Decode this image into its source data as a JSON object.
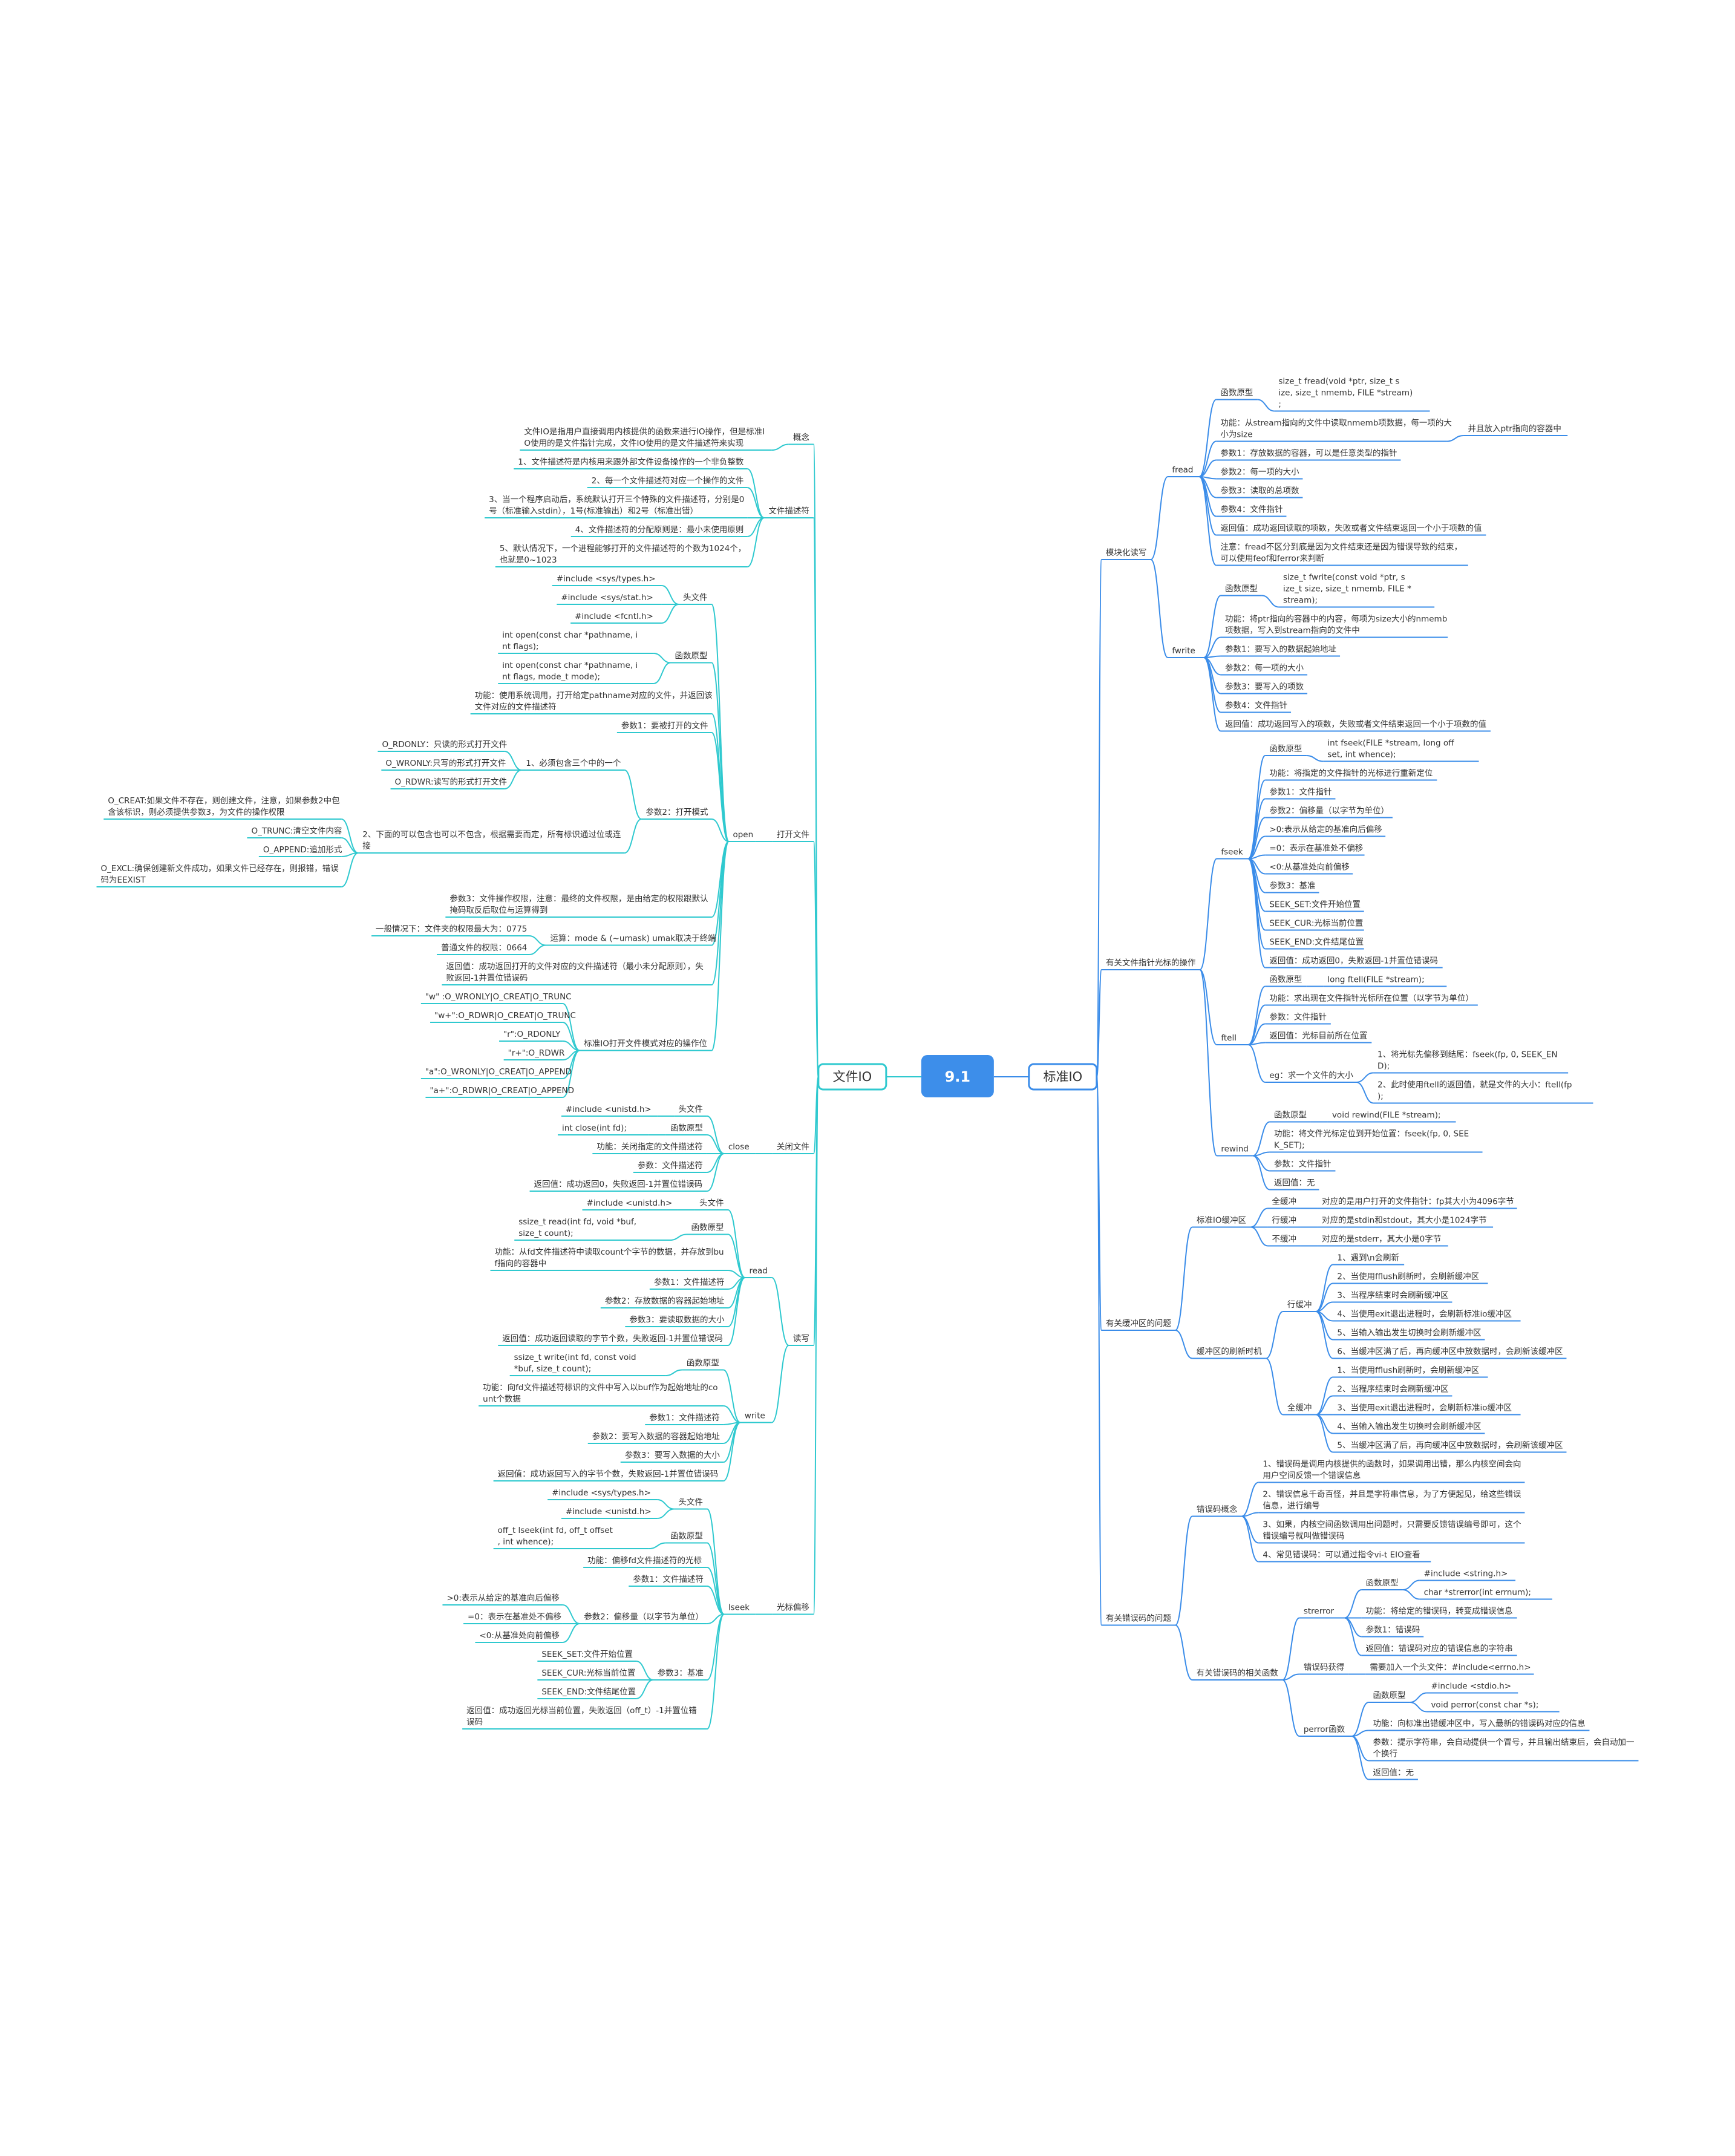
{
  "root": "9.1",
  "colors": {
    "left": "#2fc9cf",
    "right": "#3a8ce9",
    "root_fill": "#3d8eea"
  },
  "left": {
    "label": "文件IO",
    "children": [
      {
        "label": "概念",
        "children": [
          {
            "label": "文件IO是指用户直接调用内核提供的函数来进行IO操作，但是标准IO使用的是文件指针完成，文件IO使用的是文件描述符来实现"
          }
        ]
      },
      {
        "label": "文件描述符",
        "children": [
          {
            "label": "1、文件描述符是内核用来跟外部文件设备操作的一个非负整数"
          },
          {
            "label": "2、每一个文件描述符对应一个操作的文件"
          },
          {
            "label": "3、当一个程序启动后，系统默认打开三个特殊的文件描述符，分别是0号（标准输入stdin），1号(标准输出）和2号（标准出错）"
          },
          {
            "label": "4、文件描述符的分配原则是：最小未使用原则"
          },
          {
            "label": "5、默认情况下，一个进程能够打开的文件描述符的个数为1024个，也就是0~1023"
          }
        ]
      },
      {
        "label": "打开文件",
        "children": [
          {
            "label": "open",
            "children": [
              {
                "label": "头文件",
                "children": [
                  {
                    "label": "#include <sys/types.h>"
                  },
                  {
                    "label": "#include <sys/stat.h>"
                  },
                  {
                    "label": "#include <fcntl.h>"
                  }
                ]
              },
              {
                "label": "函数原型",
                "children": [
                  {
                    "label": "int open(const char *pathname, int flags);"
                  },
                  {
                    "label": "int open(const char *pathname, int flags, mode_t mode);"
                  }
                ]
              },
              {
                "label": "功能：使用系统调用，打开给定pathname对应的文件，并返回该文件对应的文件描述符"
              },
              {
                "label": "参数1：要被打开的文件"
              },
              {
                "label": "参数2：打开模式",
                "children": [
                  {
                    "label": "1、必须包含三个中的一个",
                    "children": [
                      {
                        "label": "O_RDONLY：只读的形式打开文件"
                      },
                      {
                        "label": "O_WRONLY:只写的形式打开文件"
                      },
                      {
                        "label": "O_RDWR:读写的形式打开文件"
                      }
                    ]
                  },
                  {
                    "label": "2、下面的可以包含也可以不包含，根据需要而定，所有标识通过位或连接",
                    "children": [
                      {
                        "label": "O_CREAT:如果文件不存在，则创建文件，注意，如果参数2中包含该标识，则必须提供参数3，为文件的操作权限"
                      },
                      {
                        "label": "O_TRUNC:清空文件内容"
                      },
                      {
                        "label": "O_APPEND:追加形式"
                      },
                      {
                        "label": "O_EXCL:确保创建新文件成功，如果文件已经存在，则报错，错误码为EEXIST"
                      }
                    ]
                  }
                ]
              },
              {
                "label": "参数3：文件操作权限，注意：最终的文件权限，是由给定的权限跟默认掩码取反后取位与运算得到"
              },
              {
                "label": "运算：mode & (~umask) umak取决于终端",
                "children": [
                  {
                    "label": "一般情况下：文件夹的权限最大为：0775"
                  },
                  {
                    "label": "普通文件的权限：0664"
                  }
                ]
              },
              {
                "label": "返回值：成功返回打开的文件对应的文件描述符（最小未分配原则），失败返回-1并置位错误码"
              },
              {
                "label": "标准IO打开文件模式对应的操作位",
                "children": [
                  {
                    "label": "\"w\" :O_WRONLY|O_CREAT|O_TRUNC"
                  },
                  {
                    "label": "\"w+\":O_RDWR|O_CREAT|O_TRUNC"
                  },
                  {
                    "label": "\"r\":O_RDONLY"
                  },
                  {
                    "label": "\"r+\":O_RDWR"
                  },
                  {
                    "label": "\"a\":O_WRONLY|O_CREAT|O_APPEND"
                  },
                  {
                    "label": "\"a+\":O_RDWR|O_CREAT|O_APPEND"
                  }
                ]
              }
            ]
          }
        ]
      },
      {
        "label": "关闭文件",
        "children": [
          {
            "label": "close",
            "children": [
              {
                "label": "头文件",
                "children": [
                  {
                    "label": "#include <unistd.h>"
                  }
                ]
              },
              {
                "label": "函数原型",
                "children": [
                  {
                    "label": "int close(int fd);"
                  }
                ]
              },
              {
                "label": "功能：关闭指定的文件描述符"
              },
              {
                "label": "参数：文件描述符"
              },
              {
                "label": "返回值：成功返回0，失败返回-1并置位错误码"
              }
            ]
          }
        ]
      },
      {
        "label": "读写",
        "children": [
          {
            "label": "read",
            "children": [
              {
                "label": "头文件",
                "children": [
                  {
                    "label": "#include <unistd.h>"
                  }
                ]
              },
              {
                "label": "函数原型",
                "children": [
                  {
                    "label": "ssize_t read(int fd, void *buf, size_t count);"
                  }
                ]
              },
              {
                "label": "功能：从fd文件描述符中读取count个字节的数据，并存放到buf指向的容器中"
              },
              {
                "label": "参数1：文件描述符"
              },
              {
                "label": "参数2：存放数据的容器起始地址"
              },
              {
                "label": "参数3：要读取数据的大小"
              },
              {
                "label": "返回值：成功返回读取的字节个数，失败返回-1并置位错误码"
              }
            ]
          },
          {
            "label": "write",
            "children": [
              {
                "label": "函数原型",
                "children": [
                  {
                    "label": "ssize_t write(int fd, const void *buf, size_t count);"
                  }
                ]
              },
              {
                "label": "功能：向fd文件描述符标识的文件中写入以buf作为起始地址的count个数据"
              },
              {
                "label": "参数1：文件描述符"
              },
              {
                "label": "参数2：要写入数据的容器起始地址"
              },
              {
                "label": "参数3：要写入数据的大小"
              },
              {
                "label": "返回值：成功返回写入的字节个数，失败返回-1并置位错误码"
              }
            ]
          }
        ]
      },
      {
        "label": "光标偏移",
        "children": [
          {
            "label": "lseek",
            "children": [
              {
                "label": "头文件",
                "children": [
                  {
                    "label": "#include <sys/types.h>"
                  },
                  {
                    "label": "#include <unistd.h>"
                  }
                ]
              },
              {
                "label": "函数原型",
                "children": [
                  {
                    "label": "off_t lseek(int fd, off_t offset, int whence);"
                  }
                ]
              },
              {
                "label": "功能：偏移fd文件描述符的光标"
              },
              {
                "label": "参数1：文件描述符"
              },
              {
                "label": "参数2：偏移量（以字节为单位）",
                "children": [
                  {
                    "label": ">0:表示从给定的基准向后偏移"
                  },
                  {
                    "label": "=0：表示在基准处不偏移"
                  },
                  {
                    "label": "<0:从基准处向前偏移"
                  }
                ]
              },
              {
                "label": "参数3：基准",
                "children": [
                  {
                    "label": "SEEK_SET:文件开始位置"
                  },
                  {
                    "label": "SEEK_CUR:光标当前位置"
                  },
                  {
                    "label": "SEEK_END:文件结尾位置"
                  }
                ]
              },
              {
                "label": "返回值：成功返回光标当前位置，失败返回（off_t）-1并置位错误码"
              }
            ]
          }
        ]
      }
    ]
  },
  "right": {
    "label": "标准IO",
    "children": [
      {
        "label": "模块化读写",
        "children": [
          {
            "label": "fread",
            "children": [
              {
                "label": "函数原型",
                "children": [
                  {
                    "label": "size_t fread(void *ptr, size_t size, size_t nmemb, FILE *stream);"
                  }
                ]
              },
              {
                "label": "功能：从stream指向的文件中读取nmemb项数据，每一项的大小为size",
                "children": [
                  {
                    "label": "并且放入ptr指向的容器中"
                  }
                ]
              },
              {
                "label": "参数1：存放数据的容器，可以是任意类型的指针"
              },
              {
                "label": "参数2：每一项的大小"
              },
              {
                "label": "参数3：读取的总项数"
              },
              {
                "label": "参数4：文件指针"
              },
              {
                "label": "返回值：成功返回读取的项数，失败或者文件结束返回一个小于项数的值"
              },
              {
                "label": "注意：fread不区分到底是因为文件结束还是因为错误导致的结束，可以使用feof和ferror来判断"
              }
            ]
          },
          {
            "label": "fwrite",
            "children": [
              {
                "label": "函数原型",
                "children": [
                  {
                    "label": "size_t fwrite(const void *ptr, size_t size, size_t nmemb, FILE *stream);"
                  }
                ]
              },
              {
                "label": "功能：将ptr指向的容器中的内容，每项为size大小的nmemb项数据，写入到stream指向的文件中"
              },
              {
                "label": "参数1：要写入的数据起始地址"
              },
              {
                "label": "参数2：每一项的大小"
              },
              {
                "label": "参数3：要写入的项数"
              },
              {
                "label": "参数4：文件指针"
              },
              {
                "label": "返回值：成功返回写入的项数，失败或者文件结束返回一个小于项数的值"
              }
            ]
          }
        ]
      },
      {
        "label": "有关文件指针光标的操作",
        "children": [
          {
            "label": "fseek",
            "children": [
              {
                "label": "函数原型",
                "children": [
                  {
                    "label": "int fseek(FILE *stream, long offset, int whence);"
                  }
                ]
              },
              {
                "label": "功能：将指定的文件指针的光标进行重新定位"
              },
              {
                "label": "参数1：文件指针"
              },
              {
                "label": "参数2：偏移量（以字节为单位）"
              },
              {
                "label": ">0:表示从给定的基准向后偏移"
              },
              {
                "label": "=0：表示在基准处不偏移"
              },
              {
                "label": "<0:从基准处向前偏移"
              },
              {
                "label": "参数3：基准"
              },
              {
                "label": "SEEK_SET:文件开始位置"
              },
              {
                "label": "SEEK_CUR:光标当前位置"
              },
              {
                "label": "SEEK_END:文件结尾位置"
              },
              {
                "label": "返回值：成功返回0，失败返回-1并置位错误码"
              }
            ]
          },
          {
            "label": "ftell",
            "children": [
              {
                "label": "函数原型",
                "children": [
                  {
                    "label": "long ftell(FILE *stream);"
                  }
                ]
              },
              {
                "label": "功能：求出现在文件指针光标所在位置（以字节为单位）"
              },
              {
                "label": "参数：文件指针"
              },
              {
                "label": "返回值：光标目前所在位置"
              },
              {
                "label": "eg：求一个文件的大小",
                "children": [
                  {
                    "label": "1、将光标先偏移到结尾：fseek(fp, 0, SEEK_END);"
                  },
                  {
                    "label": "2、此时使用ftell的返回值，就是文件的大小：ftell(fp);"
                  }
                ]
              }
            ]
          },
          {
            "label": "rewind",
            "children": [
              {
                "label": "函数原型",
                "children": [
                  {
                    "label": "void rewind(FILE *stream);"
                  }
                ]
              },
              {
                "label": "功能：将文件光标定位到开始位置：fseek(fp, 0, SEEK_SET);"
              },
              {
                "label": "参数：文件指针"
              },
              {
                "label": "返回值：无"
              }
            ]
          }
        ]
      },
      {
        "label": "有关缓冲区的问题",
        "children": [
          {
            "label": "标准IO缓冲区",
            "children": [
              {
                "label": "全缓冲",
                "children": [
                  {
                    "label": "对应的是用户打开的文件指针：fp其大小为4096字节"
                  }
                ]
              },
              {
                "label": "行缓冲",
                "children": [
                  {
                    "label": "对应的是stdin和stdout，其大小是1024字节"
                  }
                ]
              },
              {
                "label": "不缓冲",
                "children": [
                  {
                    "label": "对应的是stderr，其大小是0字节"
                  }
                ]
              }
            ]
          },
          {
            "label": "缓冲区的刷新时机",
            "children": [
              {
                "label": "行缓冲",
                "children": [
                  {
                    "label": "1、遇到\\n会刷新"
                  },
                  {
                    "label": "2、当使用fflush刷新时，会刷新缓冲区"
                  },
                  {
                    "label": "3、当程序结束时会刷新缓冲区"
                  },
                  {
                    "label": "4、当使用exit退出进程时，会刷新标准io缓冲区"
                  },
                  {
                    "label": "5、当输入输出发生切换时会刷新缓冲区"
                  },
                  {
                    "label": "6、当缓冲区满了后，再向缓冲区中放数据时，会刷新该缓冲区"
                  }
                ]
              },
              {
                "label": "全缓冲",
                "children": [
                  {
                    "label": "1、当使用fflush刷新时，会刷新缓冲区"
                  },
                  {
                    "label": "2、当程序结束时会刷新缓冲区"
                  },
                  {
                    "label": "3、当使用exit退出进程时，会刷新标准io缓冲区"
                  },
                  {
                    "label": "4、当输入输出发生切换时会刷新缓冲区"
                  },
                  {
                    "label": "5、当缓冲区满了后，再向缓冲区中放数据时，会刷新该缓冲区"
                  }
                ]
              }
            ]
          }
        ]
      },
      {
        "label": "有关错误码的问题",
        "children": [
          {
            "label": "错误码概念",
            "children": [
              {
                "label": "1、错误码是调用内核提供的函数时，如果调用出错，那么内核空间会向用户空间反馈一个错误信息"
              },
              {
                "label": "2、错误信息千奇百怪，并且是字符串信息，为了方便起见，给这些错误信息，进行编号"
              },
              {
                "label": "3、如果，内核空间函数调用出问题时，只需要反馈错误编号即可，这个错误编号就叫做错误码"
              },
              {
                "label": "4、常见错误码：可以通过指令vi-t EIO查看"
              }
            ]
          },
          {
            "label": "有关错误码的相关函数",
            "children": [
              {
                "label": "strerror",
                "children": [
                  {
                    "label": "函数原型",
                    "children": [
                      {
                        "label": "#include <string.h>"
                      },
                      {
                        "label": "char *strerror(int errnum);"
                      }
                    ]
                  },
                  {
                    "label": "功能：将给定的错误码，转变成错误信息"
                  },
                  {
                    "label": "参数1：错误码"
                  },
                  {
                    "label": "返回值：错误码对应的错误信息的字符串"
                  }
                ]
              },
              {
                "label": "错误码获得",
                "children": [
                  {
                    "label": "需要加入一个头文件：#include<errno.h>"
                  }
                ]
              },
              {
                "label": "perror函数",
                "children": [
                  {
                    "label": "函数原型",
                    "children": [
                      {
                        "label": "#include <stdio.h>"
                      },
                      {
                        "label": "void perror(const char *s);"
                      }
                    ]
                  },
                  {
                    "label": "功能：向标准出错缓冲区中，写入最新的错误码对应的信息"
                  },
                  {
                    "label": "参数：提示字符串，会自动提供一个冒号，并且输出结束后，会自动加一个换行"
                  },
                  {
                    "label": "返回值：无"
                  }
                ]
              }
            ]
          }
        ]
      }
    ]
  }
}
